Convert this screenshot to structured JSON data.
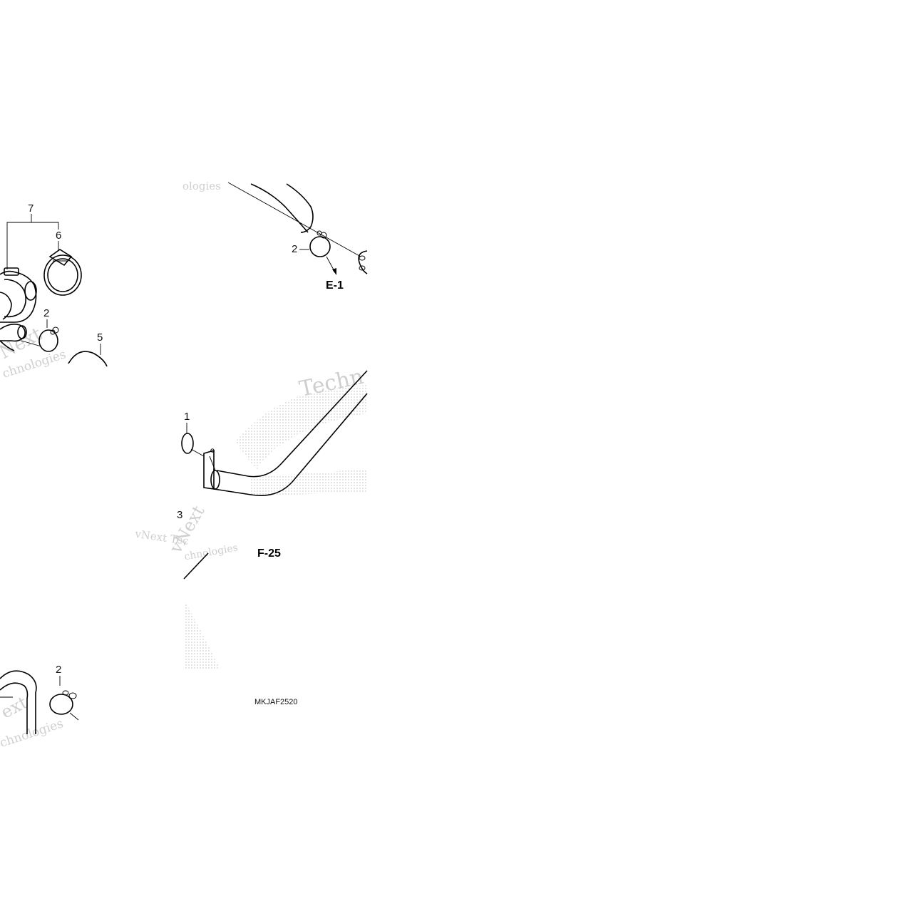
{
  "callouts": {
    "c1": "1",
    "c2a": "2",
    "c2b": "2",
    "c2c": "2",
    "c3": "3",
    "c5": "5",
    "c6": "6",
    "c7": "7"
  },
  "refs": {
    "e1": "E-1",
    "f25": "F-25"
  },
  "diagram_code": "MKJAF2520",
  "watermark": {
    "a": "ologies",
    "b": "Next",
    "c": "chnologies",
    "d": "Techn",
    "e": "vNext",
    "f": "vNext Tec",
    "g": "chnologies",
    "h": "ext",
    "i": "chnologies"
  },
  "colors": {
    "line": "#000000",
    "watermark": "#cfcfcf",
    "background": "#ffffff"
  }
}
